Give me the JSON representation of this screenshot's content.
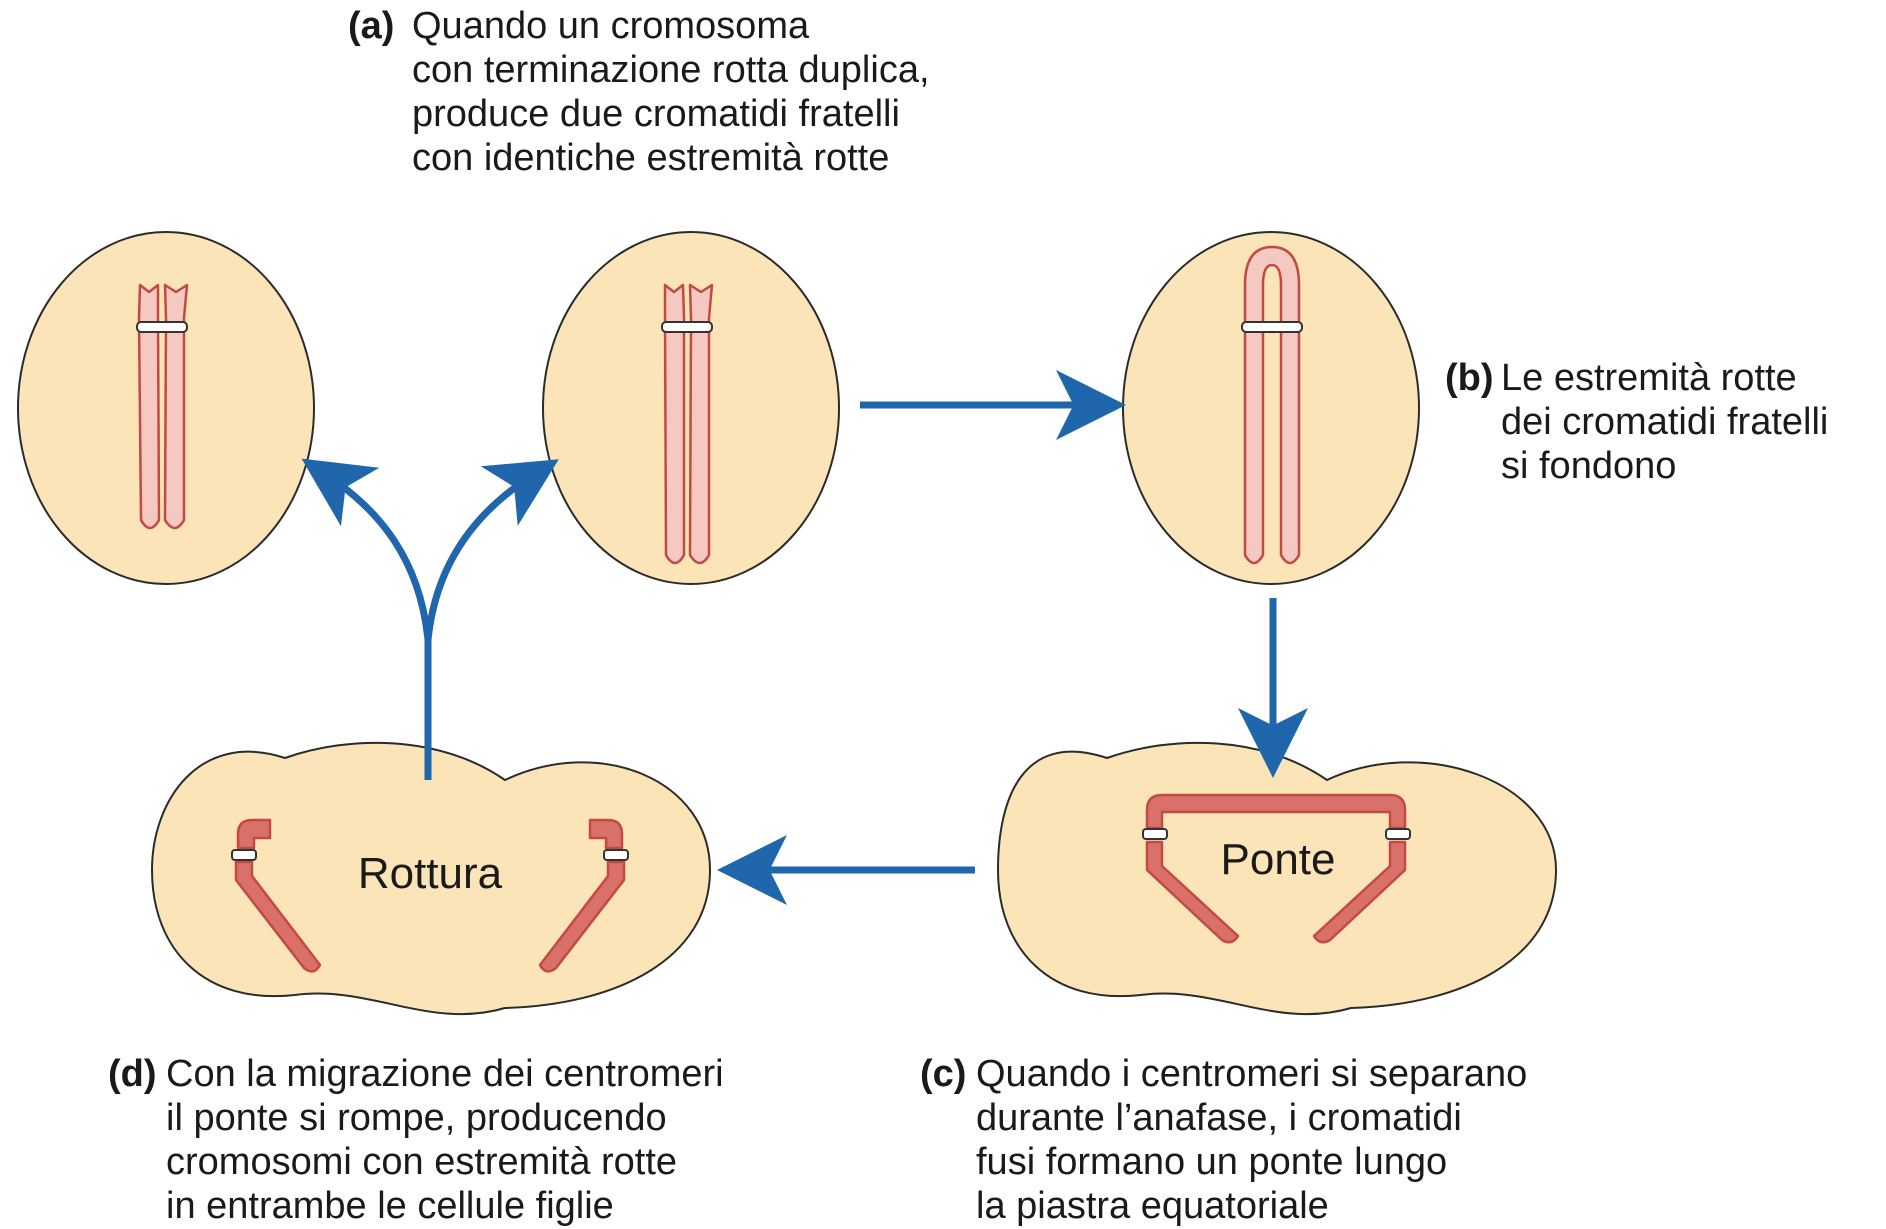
{
  "captions": {
    "a": {
      "tag": "(a)",
      "lines": [
        "Quando un cromosoma",
        "con terminazione rotta duplica,",
        "produce due cromatidi fratelli",
        "con identiche estremità rotte"
      ]
    },
    "b": {
      "tag": "(b)",
      "lines": [
        "Le estremità rotte",
        "dei cromatidi fratelli",
        "si fondono"
      ]
    },
    "c": {
      "tag": "(c)",
      "lines": [
        "Quando i centromeri si separano",
        "durante l’anafase, i cromatidi",
        "fusi formano un ponte lungo",
        "la piastra equatoriale"
      ]
    },
    "d": {
      "tag": "(d)",
      "lines": [
        "Con la migrazione dei centromeri",
        "il ponte si rompe, producendo",
        "cromosomi con estremità rotte",
        "in entrambe le cellule figlie"
      ]
    }
  },
  "labels": {
    "break": "Rottura",
    "bridge": "Ponte"
  },
  "colors": {
    "cell_fill": "#fbe5b8",
    "cell_stroke": "#2b2b2b",
    "chromatid_fill": "#f5c9c2",
    "chromatid_stroke": "#c24a43",
    "chromatid_dark": "#d9716a",
    "arrow": "#1f66ad"
  }
}
